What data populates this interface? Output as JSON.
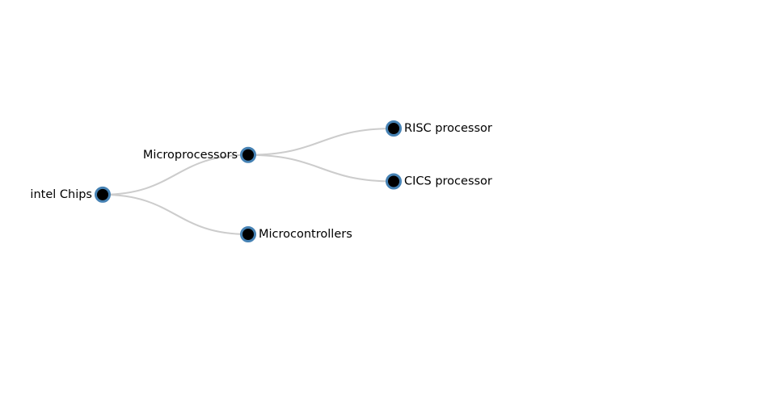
{
  "tree": {
    "name": "intel Chips",
    "children": [
      {
        "name": "Microprocessors",
        "children": [
          {
            "name": "RISC processor"
          },
          {
            "name": "CICS processor"
          }
        ]
      },
      {
        "name": "Microcontrollers"
      }
    ]
  },
  "colors": {
    "link": "#cccccc",
    "node_fill": "#000000",
    "node_stroke": "#4682b4"
  }
}
